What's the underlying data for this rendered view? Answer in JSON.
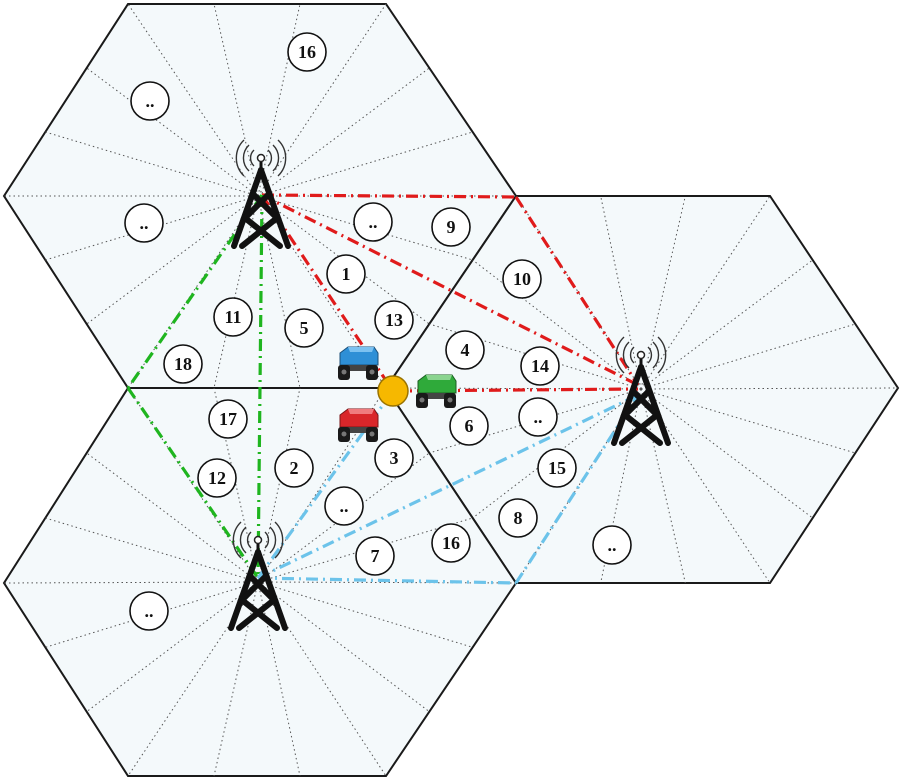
{
  "colors": {
    "cell_fill": "#f4f9fb",
    "cell_border": "#1a1a1a",
    "red_links": "#e01b1b",
    "green_links": "#1fb51f",
    "blue_links": "#6cc3ea",
    "junction": "#f6b800",
    "robot_blue": "#2e8fd6",
    "robot_green": "#2faa3a",
    "robot_red": "#d9262a"
  },
  "towers": [
    "tower-top",
    "tower-right",
    "tower-bottom"
  ],
  "robots": [
    {
      "name": "robot-blue",
      "color": "#2e8fd6"
    },
    {
      "name": "robot-green",
      "color": "#2faa3a"
    },
    {
      "name": "robot-red",
      "color": "#d9262a"
    }
  ],
  "zones": [
    {
      "label": "16"
    },
    {
      "label": ".."
    },
    {
      "label": ".."
    },
    {
      "label": ".."
    },
    {
      "label": "9"
    },
    {
      "label": "1"
    },
    {
      "label": "10"
    },
    {
      "label": "11"
    },
    {
      "label": "5"
    },
    {
      "label": "13"
    },
    {
      "label": "4"
    },
    {
      "label": "14"
    },
    {
      "label": "18"
    },
    {
      "label": "17"
    },
    {
      "label": "6"
    },
    {
      "label": ".."
    },
    {
      "label": "3"
    },
    {
      "label": "2"
    },
    {
      "label": "15"
    },
    {
      "label": "12"
    },
    {
      "label": ".."
    },
    {
      "label": "8"
    },
    {
      "label": "7"
    },
    {
      "label": "16"
    },
    {
      "label": ".."
    },
    {
      "label": ".."
    }
  ]
}
